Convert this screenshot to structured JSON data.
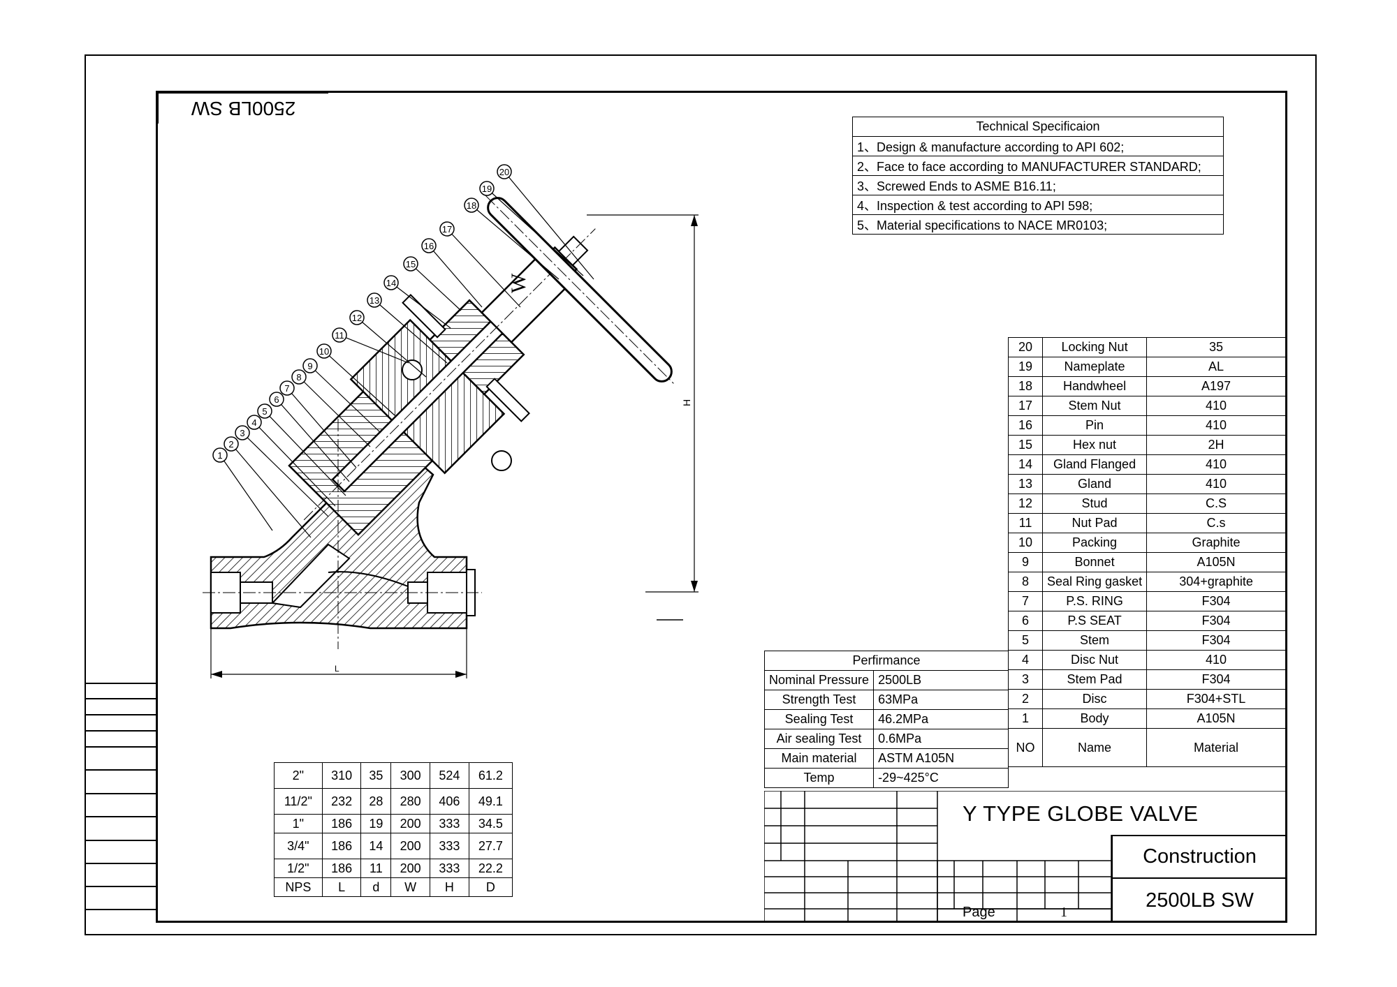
{
  "flipped_label": "2500LB SW",
  "tech_spec": {
    "title": "Technical Specificaion",
    "items": [
      "1、Design & manufacture according to API 602;",
      "2、Face to face according to MANUFACTURER STANDARD;",
      "3、Screwed Ends  to ASME B16.11;",
      "4、Inspection & test according to API 598;",
      "5、Material specifications to NACE MR0103;"
    ]
  },
  "performance": {
    "title": "Perfirmance",
    "rows": [
      {
        "k": "Nominal Pressure",
        "v": "2500LB"
      },
      {
        "k": "Strength Test",
        "v": "63MPa"
      },
      {
        "k": "Sealing Test",
        "v": "46.2MPa"
      },
      {
        "k": "Air sealing Test",
        "v": "0.6MPa"
      },
      {
        "k": "Main material",
        "v": "ASTM A105N"
      },
      {
        "k": "Temp",
        "v": "-29~425°C"
      }
    ]
  },
  "parts": {
    "rows": [
      {
        "no": "20",
        "name": "Locking Nut",
        "material": "35"
      },
      {
        "no": "19",
        "name": "Nameplate",
        "material": "AL"
      },
      {
        "no": "18",
        "name": "Handwheel",
        "material": "A197"
      },
      {
        "no": "17",
        "name": "Stem Nut",
        "material": "410"
      },
      {
        "no": "16",
        "name": "Pin",
        "material": "410"
      },
      {
        "no": "15",
        "name": "Hex nut",
        "material": "2H"
      },
      {
        "no": "14",
        "name": "Gland Flanged",
        "material": "410"
      },
      {
        "no": "13",
        "name": "Gland",
        "material": "410"
      },
      {
        "no": "12",
        "name": "Stud",
        "material": "C.S"
      },
      {
        "no": "11",
        "name": "Nut Pad",
        "material": "C.s"
      },
      {
        "no": "10",
        "name": "Packing",
        "material": "Graphite"
      },
      {
        "no": "9",
        "name": "Bonnet",
        "material": "A105N"
      },
      {
        "no": "8",
        "name": "Seal Ring gasket",
        "material": "304+graphite"
      },
      {
        "no": "7",
        "name": "P.S. RING",
        "material": "F304"
      },
      {
        "no": "6",
        "name": "P.S SEAT",
        "material": "F304"
      },
      {
        "no": "5",
        "name": "Stem",
        "material": "F304"
      },
      {
        "no": "4",
        "name": "Disc Nut",
        "material": "410"
      },
      {
        "no": "3",
        "name": "Stem Pad",
        "material": "F304"
      },
      {
        "no": "2",
        "name": "Disc",
        "material": "F304+STL"
      },
      {
        "no": "1",
        "name": "Body",
        "material": "A105N"
      }
    ],
    "header": {
      "no": "NO",
      "name": "Name",
      "material": "Material"
    }
  },
  "dimensions": {
    "rows": [
      [
        "2\"",
        "310",
        "35",
        "300",
        "524",
        "61.2"
      ],
      [
        "11/2\"",
        "232",
        "28",
        "280",
        "406",
        "49.1"
      ],
      [
        "1\"",
        "186",
        "19",
        "200",
        "333",
        "34.5"
      ],
      [
        "3/4\"",
        "186",
        "14",
        "200",
        "333",
        "27.7"
      ],
      [
        "1/2\"",
        "186",
        "11",
        "200",
        "333",
        "22.2"
      ]
    ],
    "header": [
      "NPS",
      "L",
      "d",
      "W",
      "H",
      "D"
    ]
  },
  "drawing": {
    "balloons": [
      "1",
      "2",
      "3",
      "4",
      "5",
      "6",
      "7",
      "8",
      "9",
      "10",
      "11",
      "12",
      "13",
      "14",
      "15",
      "16",
      "17",
      "18",
      "19",
      "20"
    ],
    "dim_W": "W",
    "dim_H": "H",
    "dim_L": "L"
  },
  "title_block": {
    "title": "Y TYPE GLOBE VALVE",
    "construction": "Construction",
    "code": "2500LB SW",
    "page_label": "Page",
    "page_number": "1"
  }
}
